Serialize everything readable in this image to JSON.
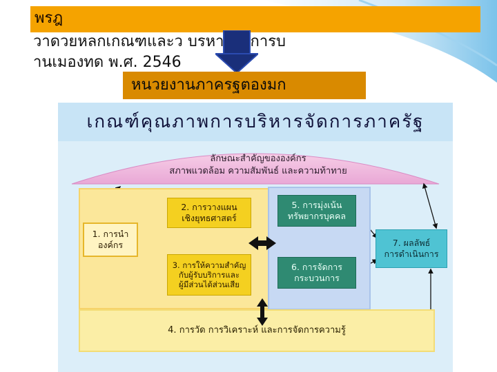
{
  "slide": {
    "title_bar": "พรฎ",
    "line1": "วาดวยหลกเกณฑและว      บรหารกจการบ",
    "line2": "านเมองทด              พ.ศ. 2546",
    "orange_box": "หนวยงานภาครฐตองมก"
  },
  "diagram": {
    "title": "เกณฑ์คุณภาพการบริหารจัดการภาครัฐ",
    "dome_line1": "ลักษณะสำคัญขององค์กร",
    "dome_line2": "สภาพแวดล้อม ความสัมพันธ์ และความท้าทาย",
    "boxes": {
      "leadership": "1. การนำ\nองค์กร",
      "strategy": "2. การวางแผน\nเชิงยุทธศาสตร์",
      "customer": "3. การให้ความสำคัญ\nกับผู้รับบริการและ\nผู้มีส่วนได้ส่วนเสีย",
      "measurement": "4. การวัด การวิเคราะห์ และการจัดการความรู้",
      "hr": "5. การมุ่งเน้น\nทรัพยากรบุคคล",
      "process": "6. การจัดการ\nกระบวนการ",
      "results": "7. ผลลัพธ์\nการดำเนินการ"
    }
  },
  "colors": {
    "title_bar": "#f5a300",
    "orange_box": "#d98a00",
    "diagram_bg": "#dceef9",
    "yellow_panel": "#fbe79a",
    "blue_panel": "#c7d9f3",
    "green_box": "#2f8a72",
    "cyan_box": "#4fc3d3",
    "gold_box": "#f4d020"
  }
}
